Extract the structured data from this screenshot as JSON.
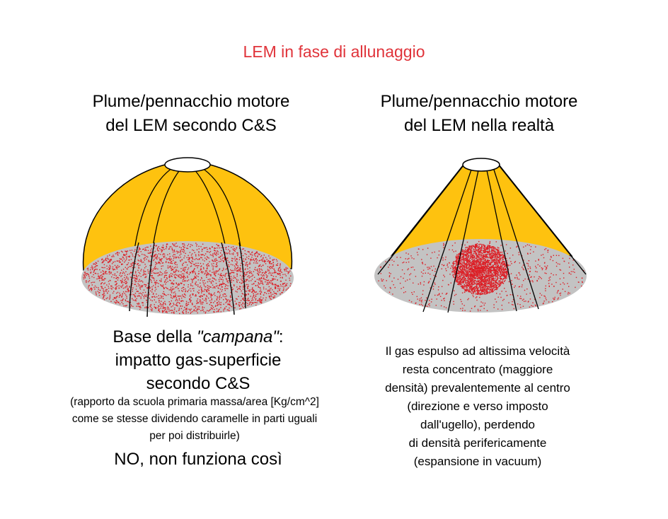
{
  "title": "LEM in fase di allunaggio",
  "left_panel": {
    "heading_line1": "Plume/pennacchio motore",
    "heading_line2": "del LEM secondo C&S",
    "caption_line1_prefix": "Base della ",
    "caption_line1_italic": "\"campana\"",
    "caption_line1_suffix": ":",
    "caption_line2": "impatto gas-superficie",
    "caption_line3": "secondo C&S",
    "note_line1": "(rapporto da scuola primaria massa/area [Kg/cm^2]",
    "note_line2": "come se stesse dividendo caramelle in parti uguali",
    "note_line3": "per poi distribuirle)",
    "verdict": "NO, non funziona così"
  },
  "right_panel": {
    "heading_line1": "Plume/pennacchio motore",
    "heading_line2": "del LEM nella realtà",
    "caption_lines": [
      "Il gas espulso ad altissima velocità",
      "resta concentrato (maggiore",
      "densità) prevalentemente al centro",
      "(direzione e verso imposto",
      "dall'ugello), perdendo",
      "di densità perifericamente",
      "(espansione in vacuum)"
    ]
  },
  "colors": {
    "title": "#e0333a",
    "plume_fill": "#fec20f",
    "ground": "#c3c3c3",
    "particles": "#dc1f26"
  }
}
